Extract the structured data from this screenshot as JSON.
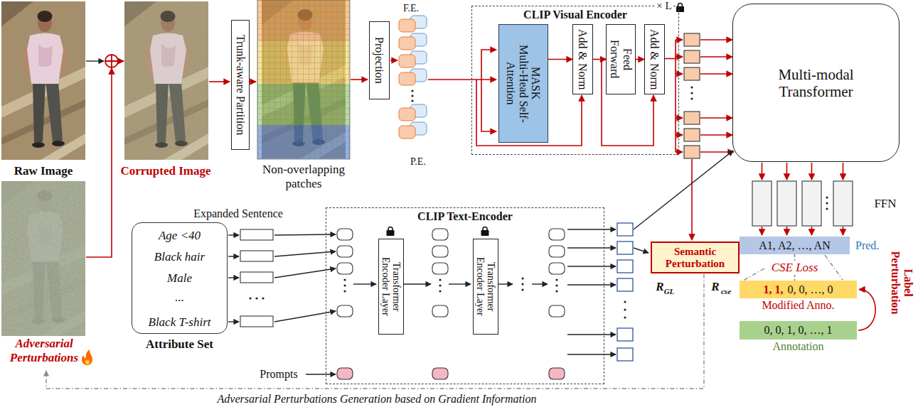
{
  "diagram": {
    "nodes": [
      {
        "text": [
          "Trunk-aware Partition"
        ]
      },
      {
        "text": [
          "Projection"
        ]
      },
      {
        "text": [
          "CLIP Visual Encoder"
        ]
      },
      {
        "text": [
          "MASK",
          "Multi-Head Self-Attention"
        ],
        "in": 2
      },
      {
        "text": [
          "Add & Norm"
        ],
        "in": 2
      },
      {
        "text": [
          "Feed Forward"
        ],
        "in": 2
      },
      {
        "text": [
          "Add & Norm"
        ],
        "in": 2
      },
      {
        "text": [
          "Multi-modal Transformer"
        ]
      },
      {
        "text": [
          "A1, A2, …, AN",
          "Pred."
        ]
      },
      {
        "text": [
          "1, 1,",
          "0, 0, …, 0",
          "Modified Anno."
        ]
      },
      {
        "text": [
          "0, 0, 1, 0, …, 1",
          "Annotation"
        ]
      },
      {
        "text": [
          "Semantic Perturbation"
        ]
      },
      {
        "text": [
          "Age <40",
          "Black hair",
          "Male",
          "...",
          "Black T-shirt",
          "Attribute Set"
        ]
      },
      {
        "text": [
          "CLIP Text-Encoder"
        ]
      },
      {
        "text": [
          "Transformer Encoder Layer"
        ],
        "in": 13
      },
      {
        "text": [
          "Transformer Encoder Layer"
        ],
        "in": 13
      }
    ],
    "edges": [
      {
        "from": 3,
        "to": 4,
        "arrow": "to"
      },
      {
        "from": 4,
        "to": 5,
        "arrow": "to"
      },
      {
        "from": 5,
        "to": 6,
        "arrow": "to"
      },
      {
        "from": 8,
        "to": 9,
        "label": "CSE Loss",
        "arrow": "none"
      },
      {
        "from": 10,
        "to": 9,
        "arrow": "to"
      }
    ],
    "labels": [
      "Raw Image",
      "Corrupted Image",
      "Adversarial Perturbations",
      "Non-overlapping patches",
      "F.E.",
      "P.E.",
      "× L",
      "FFN",
      "R",
      "GL",
      "R",
      "cse",
      "Label Perturbation",
      "Expanded Sentence",
      "Prompts",
      "Adversarial Perturbations Generation based on Gradient Information"
    ]
  }
}
